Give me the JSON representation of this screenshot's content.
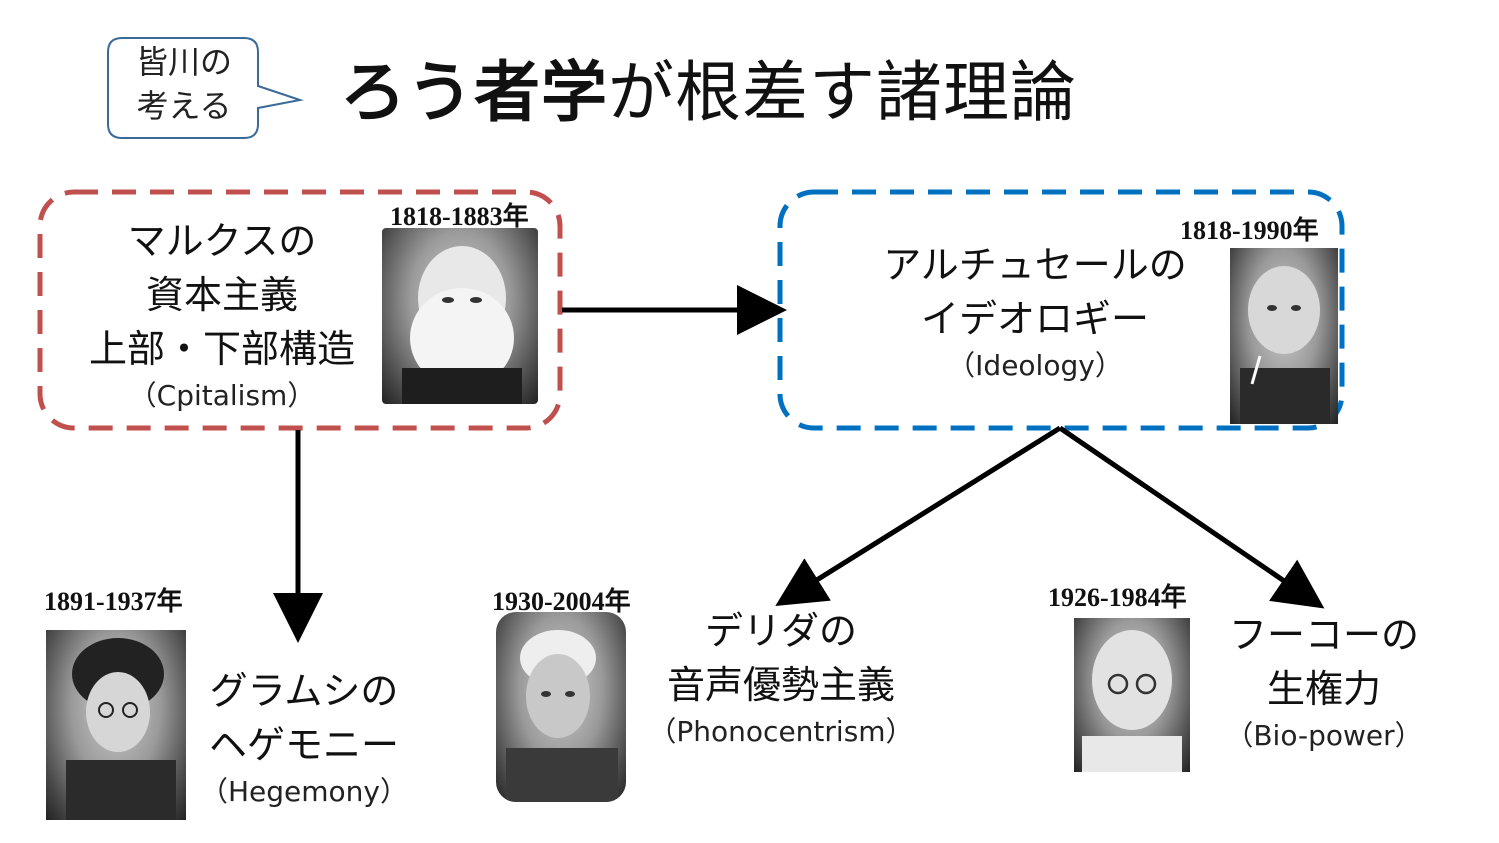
{
  "callout": {
    "line1": "皆川の",
    "line2": "考える"
  },
  "title": {
    "bold": "ろう者学",
    "rest": "が根差す諸理論"
  },
  "marx": {
    "years": "1818-1883年",
    "line1": "マルクスの",
    "line2": "資本主義",
    "line3": "上部・下部構造",
    "en": "（Cpitalism）",
    "portrait_icon": "marx-portrait"
  },
  "althusser": {
    "years": "1818-1990年",
    "line1": "アルチュセールの",
    "line2": "イデオロギー",
    "en": "（Ideology）",
    "portrait_icon": "althusser-portrait"
  },
  "gramsci": {
    "years": "1891-1937年",
    "line1": "グラムシの",
    "line2": "ヘゲモニー",
    "en": "（Hegemony）",
    "portrait_icon": "gramsci-portrait"
  },
  "derrida": {
    "years": "1930-2004年",
    "line1": "デリダの",
    "line2": "音声優勢主義",
    "en": "（Phonocentrism）",
    "portrait_icon": "derrida-portrait"
  },
  "foucault": {
    "years": "1926-1984年",
    "line1": "フーコーの",
    "line2": "生権力",
    "en": "（Bio-power）",
    "portrait_icon": "foucault-portrait"
  },
  "colors": {
    "marx_box": "#c0504d",
    "althusser_box": "#0070c0",
    "callout_border": "#3b6a99",
    "arrow": "#000000"
  }
}
